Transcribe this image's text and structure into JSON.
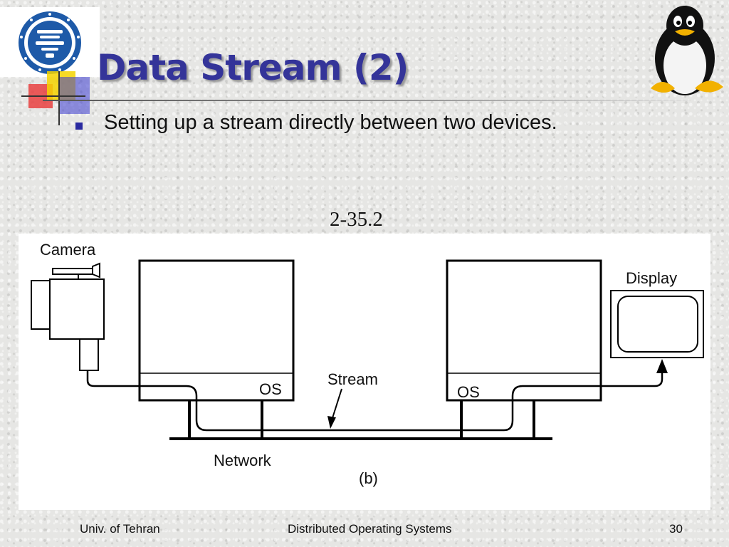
{
  "slide": {
    "title": "Data Stream (2)",
    "bullet": "Setting up a stream directly between two devices.",
    "figure_number": "2-35.2"
  },
  "diagram": {
    "camera_label": "Camera",
    "display_label": "Display",
    "os_left_label": "OS",
    "os_right_label": "OS",
    "stream_label": "Stream",
    "network_label": "Network",
    "caption": "(b)"
  },
  "footer": {
    "left": "Univ. of Tehran",
    "center": "Distributed Operating Systems",
    "page": "30"
  },
  "icons": [
    "university-logo-icon",
    "penguin-icon",
    "camera-icon",
    "display-icon"
  ],
  "colors": {
    "title": "#343499",
    "bullet": "#2a2aa0",
    "deco_red": "#e84040",
    "deco_yellow": "#f5d400",
    "deco_blue": "#3a3ad0",
    "logo_blue": "#1e5aa8"
  }
}
